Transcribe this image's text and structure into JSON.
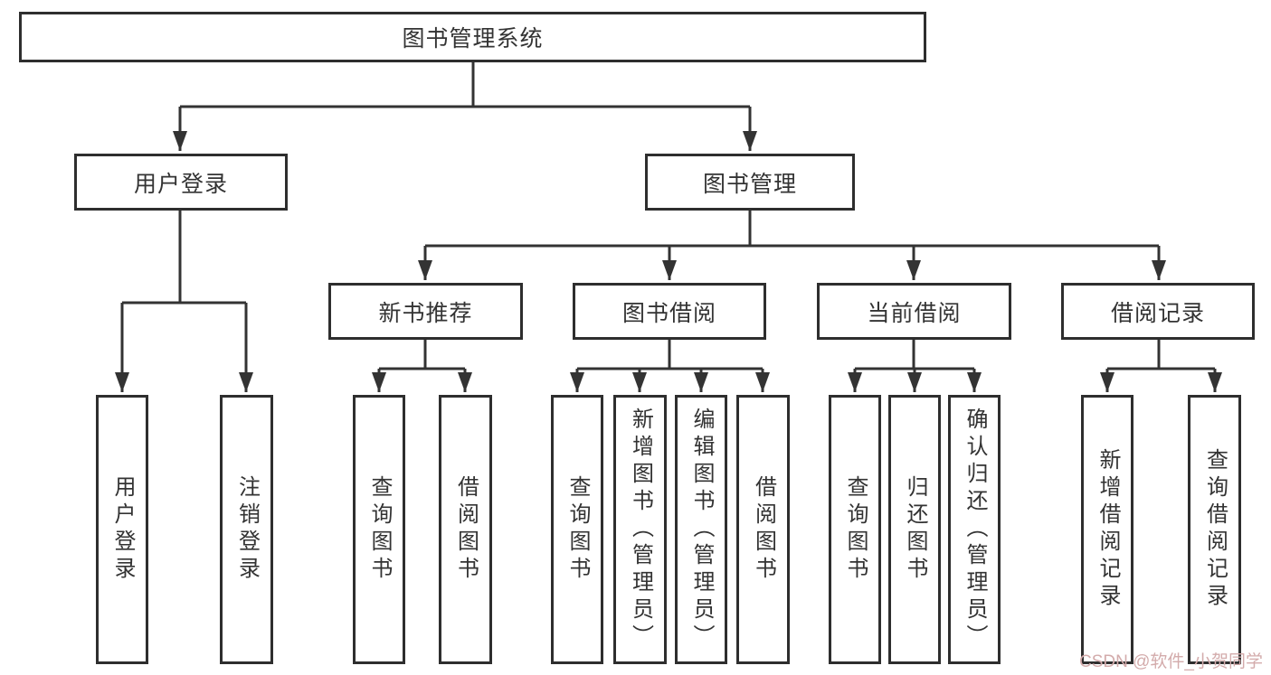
{
  "title": "图书管理系统",
  "level2": [
    "用户登录",
    "图书管理"
  ],
  "level3": [
    "新书推荐",
    "图书借阅",
    "当前借阅",
    "借阅记录"
  ],
  "leaves": {
    "user_login": [
      "用户登录",
      "注销登录"
    ],
    "new_books": [
      "查询图书",
      "借阅图书"
    ],
    "book_borrow": [
      "查询图书",
      "新增图书（管理员）",
      "编辑图书（管理员）",
      "借阅图书"
    ],
    "current_borrow": [
      "查询图书",
      "归还图书",
      "确认归还（管理员）"
    ],
    "borrow_records": [
      "新增借阅记录",
      "查询借阅记录"
    ]
  },
  "watermark": {
    "text": "CSDN @软件_小贺同学",
    "color": "#d3abab"
  },
  "colors": {
    "line": "#333333",
    "box_border": "#2e2e2e",
    "text": "#333333",
    "background": "#ffffff"
  }
}
